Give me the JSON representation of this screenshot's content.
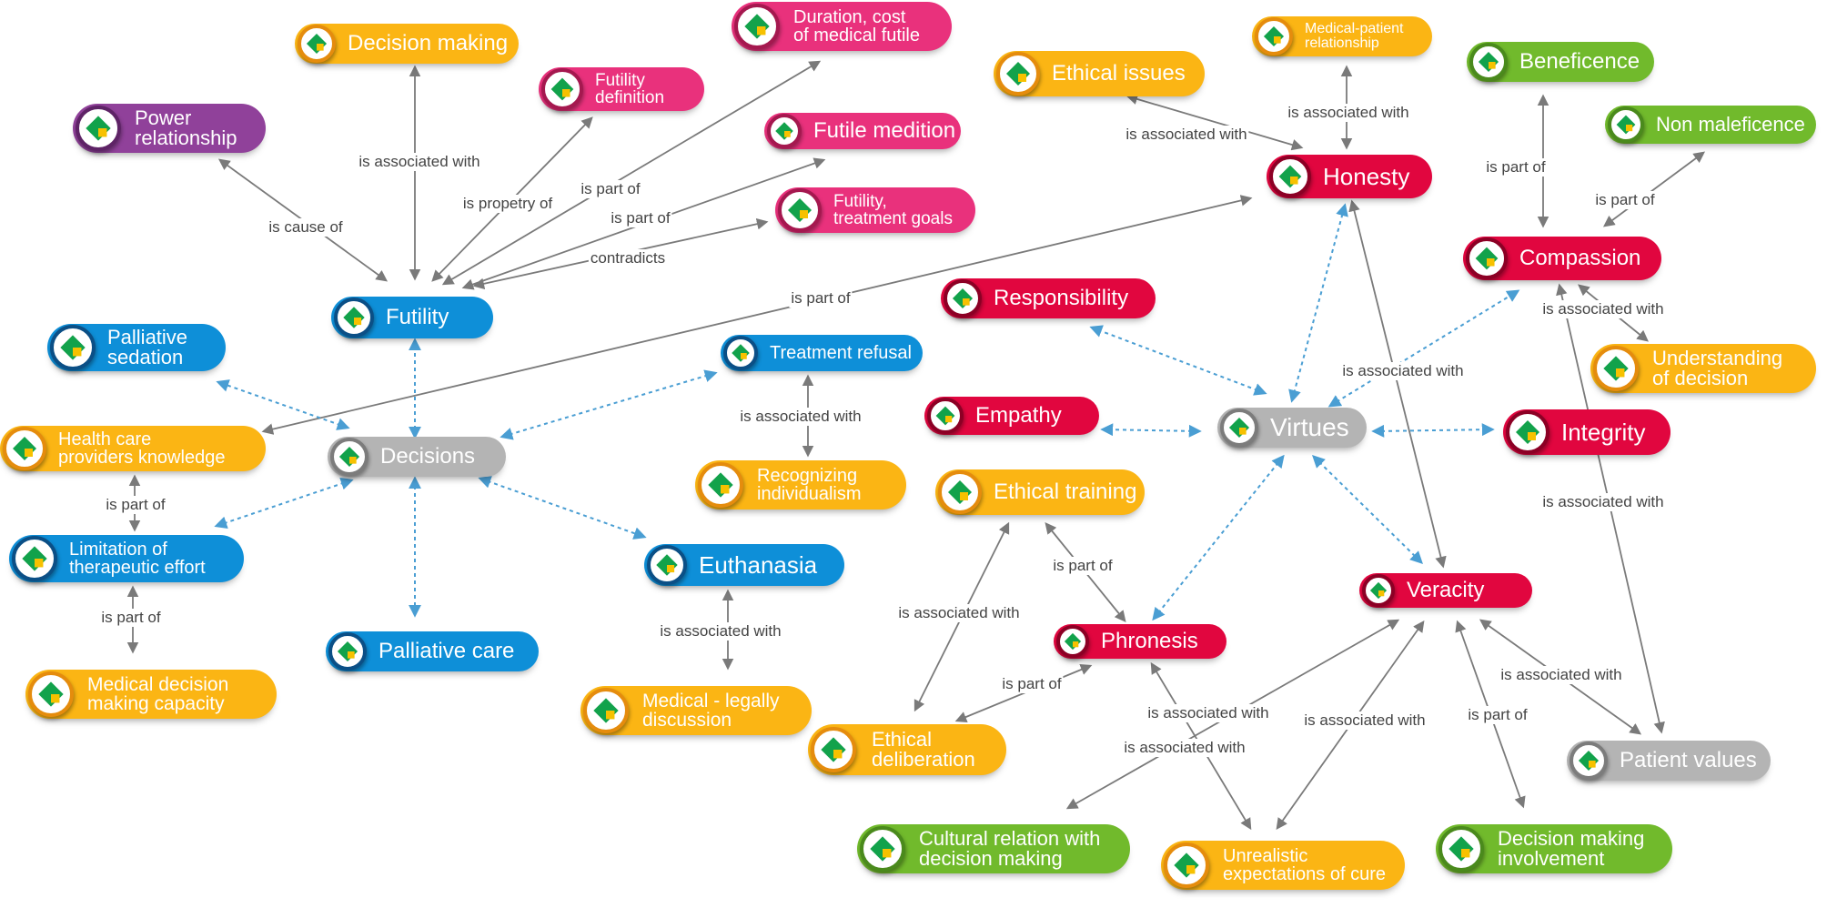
{
  "colors": {
    "blue": "#0e8fd8",
    "blue_ring": "#0b4f86",
    "orange": "#fbb514",
    "orange_ring": "#e58c0d",
    "pink": "#e9317c",
    "pink_ring": "#a5184f",
    "red": "#e1063f",
    "red_ring": "#8c0025",
    "green": "#71ba2c",
    "green_ring": "#4a8a1c",
    "purple": "#90419a",
    "purple_ring": "#5e2366",
    "gray": "#b4b4b4",
    "gray_ring": "#7c7c7c",
    "icon_diamond": "#12a24b",
    "icon_square": "#f7c100",
    "edge_solid": "#7a7a7a",
    "edge_dashed": "#4a9ed3"
  },
  "nodes": [
    {
      "id": "decision_making",
      "label": "Decision making",
      "color": "orange"
    },
    {
      "id": "duration_cost",
      "label": "Duration, cost\nof medical futile",
      "color": "pink"
    },
    {
      "id": "futility_definition",
      "label": "Futility\ndefinition",
      "color": "pink"
    },
    {
      "id": "power_relationship",
      "label": "Power\nrelationship",
      "color": "purple"
    },
    {
      "id": "futile_medition",
      "label": "Futile medition",
      "color": "pink"
    },
    {
      "id": "futility_goals",
      "label": "Futility,\ntreatment goals",
      "color": "pink"
    },
    {
      "id": "futility",
      "label": "Futility",
      "color": "blue"
    },
    {
      "id": "palliative_sedation",
      "label": "Palliative\nsedation",
      "color": "blue"
    },
    {
      "id": "treatment_refusal",
      "label": "Treatment refusal",
      "color": "blue"
    },
    {
      "id": "hcp_knowledge",
      "label": "Health care\nproviders knowledge",
      "color": "orange"
    },
    {
      "id": "decisions",
      "label": "Decisions",
      "color": "gray"
    },
    {
      "id": "recognizing",
      "label": "Recognizing\nindividualism",
      "color": "orange"
    },
    {
      "id": "limitation",
      "label": "Limitation of\ntherapeutic effort",
      "color": "blue"
    },
    {
      "id": "euthanasia",
      "label": "Euthanasia",
      "color": "blue"
    },
    {
      "id": "palliative_care",
      "label": "Palliative care",
      "color": "blue"
    },
    {
      "id": "mdm_capacity",
      "label": "Medical decision\nmaking capacity",
      "color": "orange"
    },
    {
      "id": "medical_legally",
      "label": "Medical - legally\ndiscussion",
      "color": "orange"
    },
    {
      "id": "ethical_issues",
      "label": "Ethical issues",
      "color": "orange"
    },
    {
      "id": "med_patient_rel",
      "label": "Medical-patient\nrelationship",
      "color": "orange"
    },
    {
      "id": "beneficence",
      "label": "Beneficence",
      "color": "green"
    },
    {
      "id": "non_maleficence",
      "label": "Non maleficence",
      "color": "green"
    },
    {
      "id": "honesty",
      "label": "Honesty",
      "color": "red"
    },
    {
      "id": "compassion",
      "label": "Compassion",
      "color": "red"
    },
    {
      "id": "responsibility",
      "label": "Responsibility",
      "color": "red"
    },
    {
      "id": "understanding",
      "label": "Understanding\nof decision",
      "color": "orange"
    },
    {
      "id": "empathy",
      "label": "Empathy",
      "color": "red"
    },
    {
      "id": "virtues",
      "label": "Virtues",
      "color": "gray"
    },
    {
      "id": "integrity",
      "label": "Integrity",
      "color": "red"
    },
    {
      "id": "ethical_training",
      "label": "Ethical training",
      "color": "orange"
    },
    {
      "id": "veracity",
      "label": "Veracity",
      "color": "red"
    },
    {
      "id": "phronesis",
      "label": "Phronesis",
      "color": "red"
    },
    {
      "id": "ethical_deliberation",
      "label": "Ethical\ndeliberation",
      "color": "orange"
    },
    {
      "id": "patient_values",
      "label": "Patient values",
      "color": "gray"
    },
    {
      "id": "cultural_relation",
      "label": "Cultural relation with\ndecision making",
      "color": "green"
    },
    {
      "id": "unrealistic",
      "label": "Unrealistic\nexpectations of cure",
      "color": "orange"
    },
    {
      "id": "dm_involvement",
      "label": "Decision making\ninvolvement",
      "color": "green"
    }
  ],
  "edges": [
    {
      "from": "futility",
      "to": "decision_making",
      "label": "is associated with",
      "style": "solid",
      "arrows": "both"
    },
    {
      "from": "futility",
      "to": "power_relationship",
      "label": "is cause of",
      "style": "solid",
      "arrows": "both"
    },
    {
      "from": "futility",
      "to": "futility_definition",
      "label": "is propetry of",
      "style": "solid",
      "arrows": "both"
    },
    {
      "from": "futility",
      "to": "duration_cost",
      "label": "is part of",
      "style": "solid",
      "arrows": "both"
    },
    {
      "from": "futility",
      "to": "futile_medition",
      "label": "is part of",
      "style": "solid",
      "arrows": "both"
    },
    {
      "from": "futility",
      "to": "futility_goals",
      "label": "contradicts",
      "style": "solid",
      "arrows": "both"
    },
    {
      "from": "hcp_knowledge",
      "to": "honesty",
      "label": "is part of",
      "style": "solid",
      "arrows": "both"
    },
    {
      "from": "hcp_knowledge",
      "to": "limitation",
      "label": "is part of",
      "style": "solid",
      "arrows": "both"
    },
    {
      "from": "limitation",
      "to": "mdm_capacity",
      "label": "is part of",
      "style": "solid",
      "arrows": "both"
    },
    {
      "from": "treatment_refusal",
      "to": "recognizing",
      "label": "is associated with",
      "style": "solid",
      "arrows": "both"
    },
    {
      "from": "euthanasia",
      "to": "medical_legally",
      "label": "is associated with",
      "style": "solid",
      "arrows": "both"
    },
    {
      "from": "decisions",
      "to": "futility",
      "label": "",
      "style": "dashed",
      "arrows": "both"
    },
    {
      "from": "decisions",
      "to": "palliative_care",
      "label": "",
      "style": "dashed",
      "arrows": "both"
    },
    {
      "from": "decisions",
      "to": "palliative_sedation",
      "label": "",
      "style": "dashed",
      "arrows": "both"
    },
    {
      "from": "decisions",
      "to": "treatment_refusal",
      "label": "",
      "style": "dashed",
      "arrows": "both"
    },
    {
      "from": "decisions",
      "to": "limitation",
      "label": "",
      "style": "dashed",
      "arrows": "both"
    },
    {
      "from": "decisions",
      "to": "euthanasia",
      "label": "",
      "style": "dashed",
      "arrows": "both"
    },
    {
      "from": "honesty",
      "to": "ethical_issues",
      "label": "is associated with",
      "style": "solid",
      "arrows": "both"
    },
    {
      "from": "honesty",
      "to": "med_patient_rel",
      "label": "is associated with",
      "style": "solid",
      "arrows": "both"
    },
    {
      "from": "compassion",
      "to": "beneficence",
      "label": "is part of",
      "style": "solid",
      "arrows": "both"
    },
    {
      "from": "compassion",
      "to": "non_maleficence",
      "label": "is part of",
      "style": "solid",
      "arrows": "both"
    },
    {
      "from": "compassion",
      "to": "understanding",
      "label": "is associated with",
      "style": "solid",
      "arrows": "both"
    },
    {
      "from": "compassion",
      "to": "patient_values",
      "label": "is associated with",
      "style": "solid",
      "arrows": "both"
    },
    {
      "from": "honesty",
      "to": "veracity",
      "label": "is associated with",
      "style": "solid",
      "arrows": "both"
    },
    {
      "from": "virtues",
      "to": "honesty",
      "label": "",
      "style": "dashed",
      "arrows": "both"
    },
    {
      "from": "virtues",
      "to": "compassion",
      "label": "",
      "style": "dashed",
      "arrows": "both"
    },
    {
      "from": "virtues",
      "to": "responsibility",
      "label": "",
      "style": "dashed",
      "arrows": "both"
    },
    {
      "from": "virtues",
      "to": "empathy",
      "label": "",
      "style": "dashed",
      "arrows": "both"
    },
    {
      "from": "virtues",
      "to": "integrity",
      "label": "",
      "style": "dashed",
      "arrows": "both"
    },
    {
      "from": "virtues",
      "to": "phronesis",
      "label": "",
      "style": "dashed",
      "arrows": "both"
    },
    {
      "from": "virtues",
      "to": "veracity",
      "label": "",
      "style": "dashed",
      "arrows": "both"
    },
    {
      "from": "phronesis",
      "to": "ethical_training",
      "label": "is part of",
      "style": "solid",
      "arrows": "both"
    },
    {
      "from": "phronesis",
      "to": "ethical_deliberation",
      "label": "is part of",
      "style": "solid",
      "arrows": "both"
    },
    {
      "from": "ethical_training",
      "to": "ethical_deliberation",
      "label": "is associated with",
      "style": "solid",
      "arrows": "both"
    },
    {
      "from": "phronesis",
      "to": "unrealistic",
      "label": "is associated with",
      "style": "solid",
      "arrows": "both"
    },
    {
      "from": "veracity",
      "to": "cultural_relation",
      "label": "is associated with",
      "style": "solid",
      "arrows": "both"
    },
    {
      "from": "veracity",
      "to": "unrealistic",
      "label": "is associated with",
      "style": "solid",
      "arrows": "both"
    },
    {
      "from": "veracity",
      "to": "dm_involvement",
      "label": "is part of",
      "style": "solid",
      "arrows": "both"
    },
    {
      "from": "veracity",
      "to": "patient_values",
      "label": "is associated with",
      "style": "solid",
      "arrows": "both"
    }
  ]
}
